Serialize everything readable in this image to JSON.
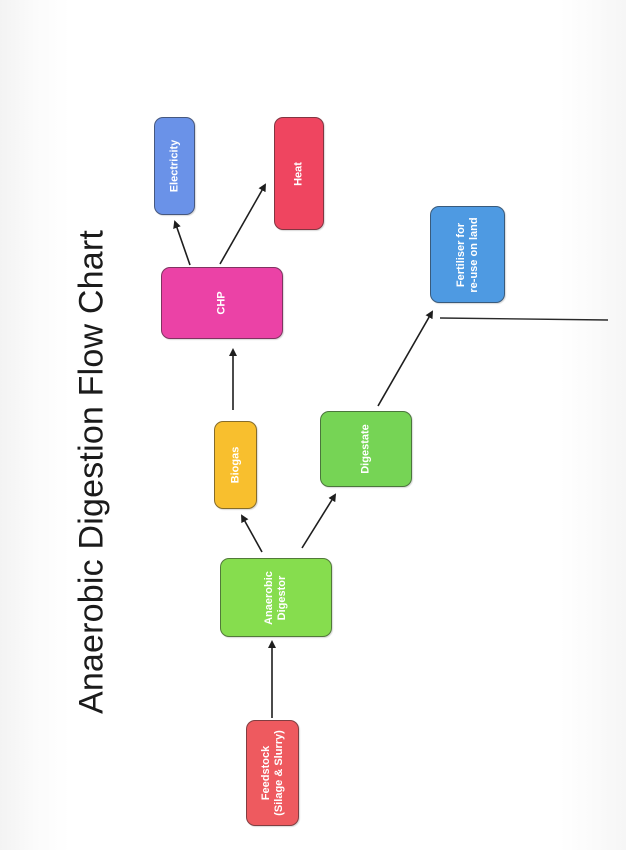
{
  "title": "Anaerobic Digestion Flow Chart",
  "nodes": {
    "feedstock": {
      "line1": "Feedstock",
      "line2": "(Silage & Slurry)",
      "color": "#ee5a5f"
    },
    "digestor": {
      "line1": "Anaerobic",
      "line2": "Digestor",
      "color": "#86dd4e"
    },
    "biogas": {
      "line1": "Biogas",
      "color": "#f8bf2e"
    },
    "digestate": {
      "line1": "Digestate",
      "color": "#76d455"
    },
    "chp": {
      "line1": "CHP",
      "color": "#eb42a6"
    },
    "electricity": {
      "line1": "Electricity",
      "color": "#6a92e8"
    },
    "heat": {
      "line1": "Heat",
      "color": "#ef4560"
    },
    "fertiliser": {
      "line1": "Fertiliser for",
      "line2": "re-use on land",
      "color": "#4e9ae2"
    }
  },
  "edges": [
    {
      "from": "feedstock",
      "to": "digestor"
    },
    {
      "from": "digestor",
      "to": "biogas"
    },
    {
      "from": "digestor",
      "to": "digestate"
    },
    {
      "from": "biogas",
      "to": "chp"
    },
    {
      "from": "chp",
      "to": "electricity"
    },
    {
      "from": "chp",
      "to": "heat"
    },
    {
      "from": "digestate",
      "to": "fertiliser"
    }
  ]
}
